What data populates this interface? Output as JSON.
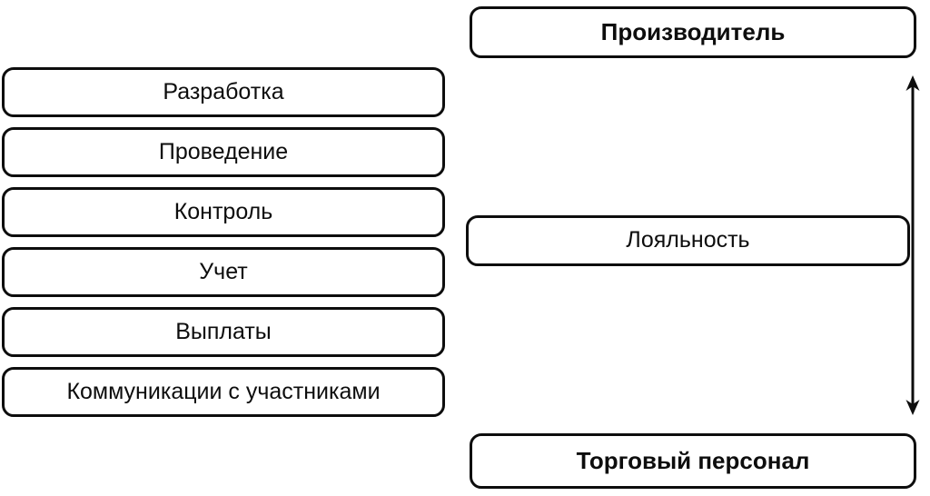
{
  "colors": {
    "background": "#ffffff",
    "border": "#0d0d0d",
    "text": "#0d0d0d"
  },
  "left_boxes": [
    "Разработка",
    "Проведение",
    "Контроль",
    "Учет",
    "Выплаты",
    "Коммуникации с участниками"
  ],
  "right_boxes": {
    "top": "Производитель",
    "middle": "Лояльность",
    "bottom": "Торговый персонал"
  },
  "icons": {
    "connector": "double-headed-vertical-arrow"
  }
}
